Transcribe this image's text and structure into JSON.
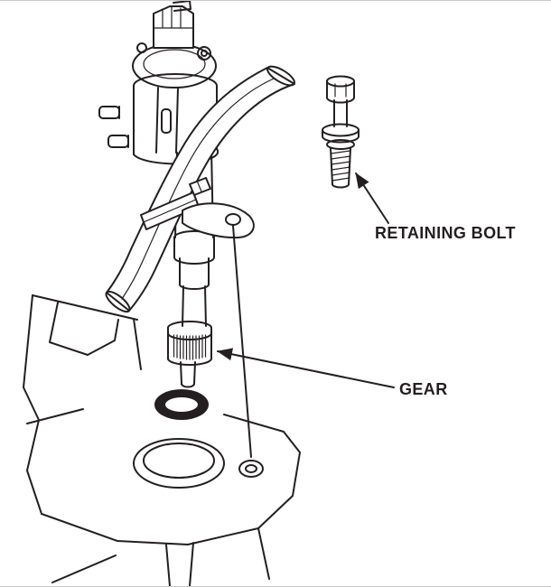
{
  "figure": {
    "type": "technical-line-illustration",
    "background": "#ffffff",
    "line_color": "#231f20",
    "callouts": [
      {
        "id": "retaining-bolt",
        "label": "RETAINING BOLT"
      },
      {
        "id": "gear",
        "label": "GEAR"
      }
    ],
    "parts": [
      "connector-plug",
      "cap",
      "solenoid-body",
      "coolant-hose",
      "hose-clamp",
      "mounting-flange",
      "drive-shaft",
      "gear",
      "shaft-tip",
      "o-ring",
      "engine-block",
      "mounting-bore",
      "bolt-hole",
      "retaining-bolt"
    ]
  }
}
